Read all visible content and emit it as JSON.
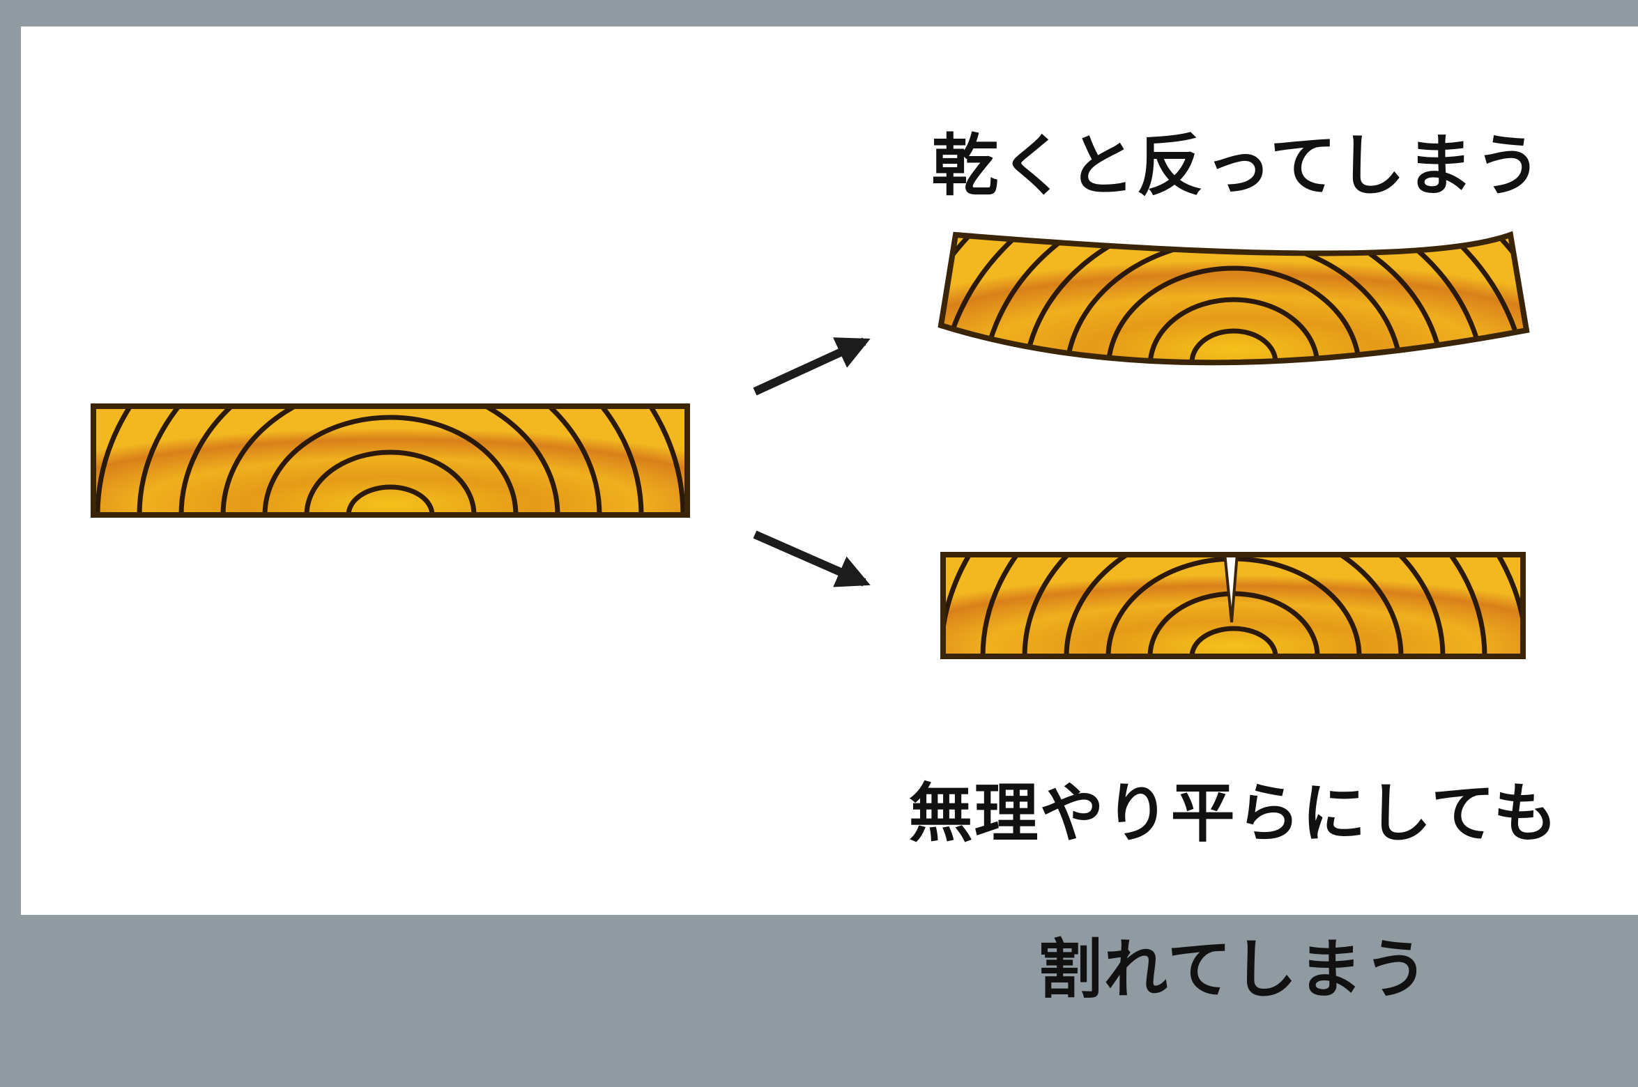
{
  "captions": {
    "warped": "乾くと反ってしまう",
    "cracked_line1": "無理やり平らにしても",
    "cracked_line2": "割れてしまう"
  },
  "colors": {
    "background_border": "#8f9ba0",
    "canvas": "#ffffff",
    "wood_light": "#f5c21b",
    "wood_mid": "#e59a18",
    "wood_dark": "#c8601a",
    "grain_line": "#2b1a0c",
    "outline": "#3a2508",
    "arrow": "#1c1c1c"
  }
}
